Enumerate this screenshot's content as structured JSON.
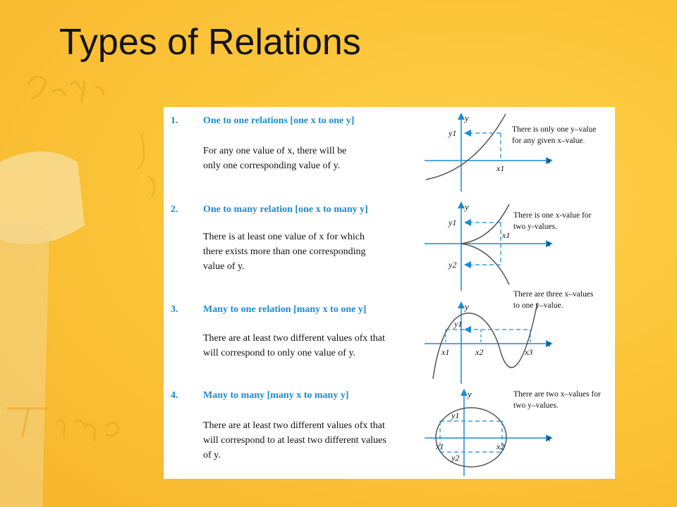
{
  "title": "Types of Relations",
  "colors": {
    "accent": "#1a8bd4",
    "curve": "#555555",
    "background": "#fcc53a"
  },
  "relations": [
    {
      "number": "1.",
      "heading": "One to one relations [one x to one y]",
      "description_lines": [
        "For any one value of x, there will be",
        "only one corresponding value of y."
      ],
      "note_lines": [
        "There is only one y–value",
        "for any given x–value."
      ],
      "axis_labels": [
        "x",
        "y"
      ],
      "point_labels": [
        "y1",
        "x1"
      ]
    },
    {
      "number": "2.",
      "heading": "One to many relation [one x to many y]",
      "description_lines": [
        "There is at least one value of x for which",
        "there exists more than one corresponding",
        "value of y."
      ],
      "note_lines": [
        "There is one x-value for",
        "two y-values."
      ],
      "axis_labels": [
        "x",
        "y"
      ],
      "point_labels": [
        "y1",
        "x1",
        "y2"
      ]
    },
    {
      "number": "3.",
      "heading": "Many to one relation [many x to one y]",
      "description_lines": [
        "There are at least two different values ofx that",
        "will correspond to only one value of y."
      ],
      "note_lines": [
        "There are three x–values",
        "to one y–value."
      ],
      "axis_labels": [
        "x",
        "y"
      ],
      "point_labels": [
        "y1",
        "x1",
        "x2",
        "x3"
      ]
    },
    {
      "number": "4.",
      "heading": "Many to many [many x to many y]",
      "description_lines": [
        "There are at least two different values ofx that",
        "will correspond to at least two different values",
        "of y."
      ],
      "note_lines": [
        "There are two x–values for",
        "two y–values."
      ],
      "axis_labels": [
        "x",
        "y"
      ],
      "point_labels": [
        "y1",
        "x1",
        "x2",
        "y2"
      ]
    }
  ]
}
